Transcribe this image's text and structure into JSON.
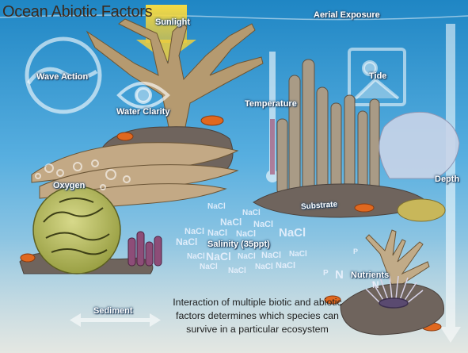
{
  "title": "Ocean Abiotic Factors",
  "labels": {
    "sunlight": "Sunlight",
    "aerial_exposure": "Aerial Exposure",
    "wave_action": "Wave Action",
    "tide": "Tide",
    "water_clarity": "Water Clarity",
    "temperature": "Temperature",
    "oxygen": "Oxygen",
    "depth": "Depth",
    "substrate": "Substrate",
    "salinity": "Salinity (35ppt)",
    "nutrients": "Nutrients",
    "sediment": "Sediment"
  },
  "nacl_text": "NaCl",
  "nutrient_letters": [
    "P",
    "N"
  ],
  "caption": "Interaction of multiple biotic and abiotic factors determines which species can survive in a particular ecosystem",
  "colors": {
    "water_top": "#1f86c4",
    "water_mid": "#5fb3e2",
    "water_bottom": "#c9dde3",
    "coral": "#b59a70",
    "rock": "#6f645d",
    "sunlight": "#f2d33b"
  },
  "icons": [
    "wave-icon",
    "eye-icon",
    "image-icon",
    "sun-arrow-icon",
    "thermometer-icon",
    "depth-arrow-icon",
    "sediment-arrow-icon"
  ]
}
